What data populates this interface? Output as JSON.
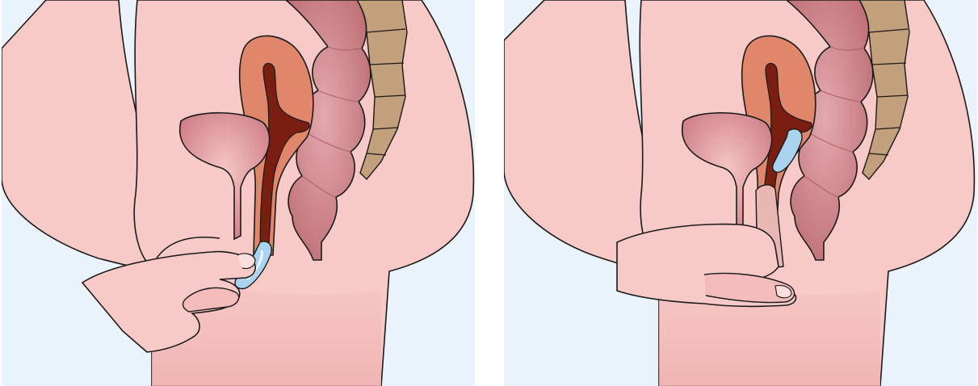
{
  "figure": {
    "panels": [
      {
        "id": "left",
        "step": "pinch-and-insert"
      },
      {
        "id": "right",
        "step": "push-into-place"
      }
    ],
    "colors": {
      "background": "#eaf2fb",
      "skin": "#f7c9c7",
      "skin_shadow": "#efb3b1",
      "outline": "#1a1a1a",
      "uterus_outer": "#e0866a",
      "uterus_inner": "#7a1e12",
      "bladder": "#d98f95",
      "bowel": "#d08c91",
      "spine": "#c2a07c",
      "device": "#a9d3ee"
    }
  }
}
